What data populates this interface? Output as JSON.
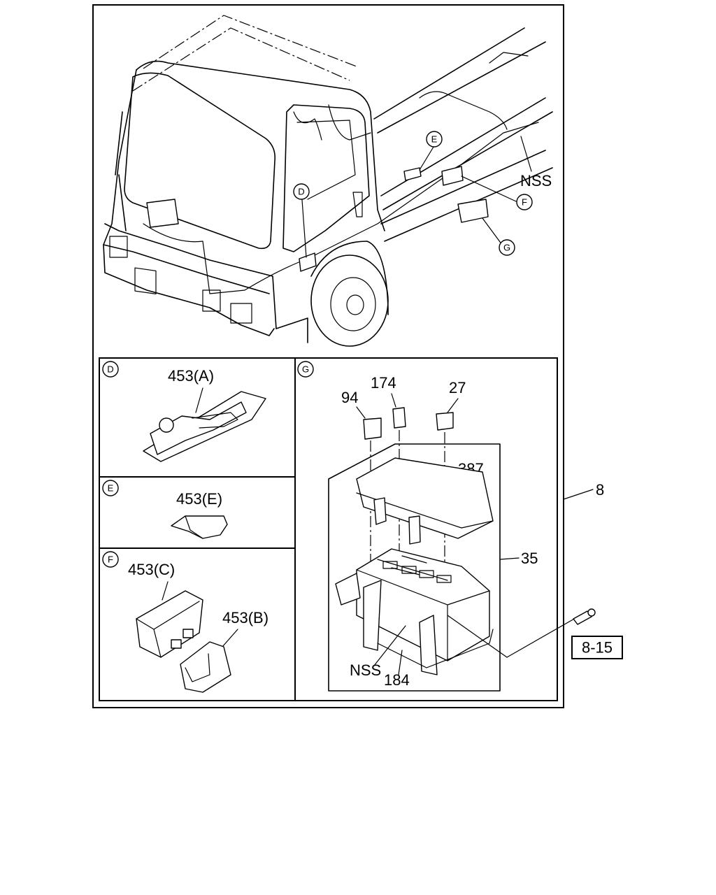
{
  "callouts": {
    "D": "D",
    "E": "E",
    "F": "F",
    "G": "G"
  },
  "labels": {
    "nss_top": "NSS",
    "p8": "8",
    "p453a": "453(A)",
    "p453e": "453(E)",
    "p453c": "453(C)",
    "p453b": "453(B)",
    "p94": "94",
    "p174": "174",
    "p27": "27",
    "p387": "387",
    "p35": "35",
    "nss_box": "NSS",
    "p184": "184",
    "ref": "8-15"
  }
}
